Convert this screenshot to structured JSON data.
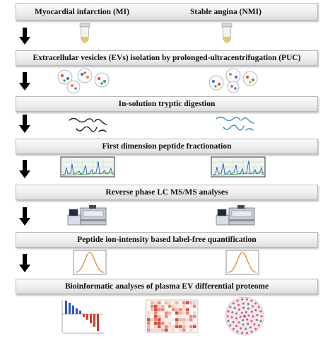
{
  "groups": {
    "mi": "Myocardial infarction (MI)",
    "nmi": "Stable angina (NMI)"
  },
  "steps": [
    "Extracellular vesicles (EVs) isolation by prolonged-ultracentrifugation (PUC)",
    "In-solution tryptic digestion",
    "First dimension peptide fractionation",
    "Reverse phase LC MS/MS analyses",
    "Peptide ion-intensity based label-free quantification",
    "Bioinformatic analyses of plasma EV differential proteome"
  ],
  "colors": {
    "box_border": "#b9b9b9",
    "arrow": "#000000",
    "peptide_mi": "#222222",
    "peptide_nmi": "#3a8fc7",
    "curve": "#e08a2c",
    "bar_positive": "#2f56c8",
    "bar_negative": "#d83a2a"
  },
  "icons": [
    "tube-icon",
    "vesicle-cluster-icon",
    "peptide-strand-icon",
    "chromatogram-icon",
    "mass-spectrometer-icon",
    "gaussian-curve-icon",
    "bar-chart-icon",
    "heatmap-icon",
    "network-icon"
  ]
}
